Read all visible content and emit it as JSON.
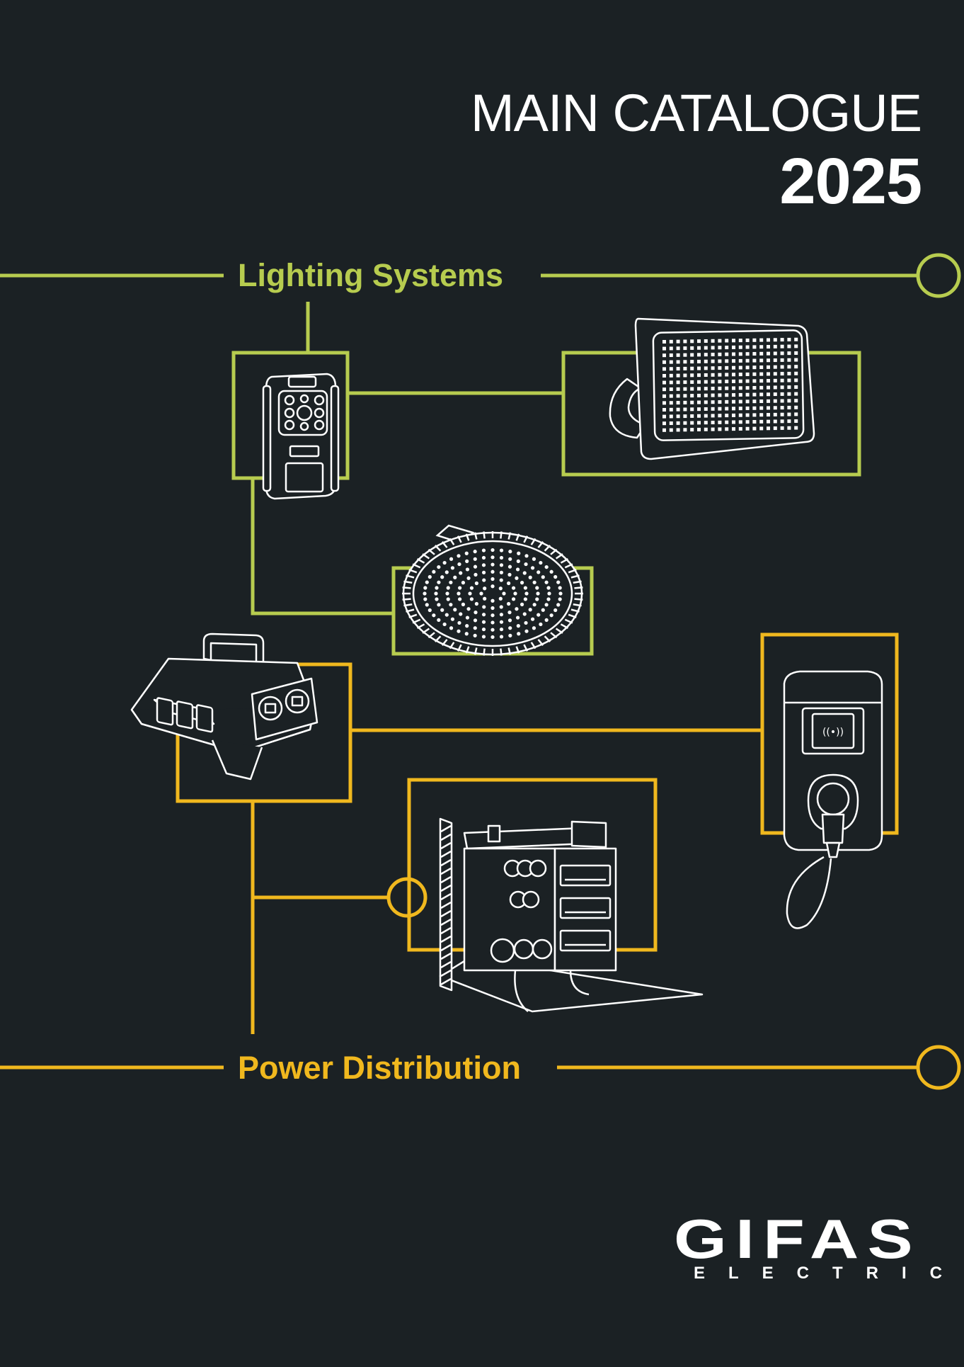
{
  "cover": {
    "title_line1": "MAIN CATALOGUE",
    "title_line2": "2025"
  },
  "sections": {
    "lighting": "Lighting Systems",
    "power": "Power Distribution"
  },
  "brand": {
    "name": "GIFAS",
    "subname": "ELECTRIC"
  },
  "colors": {
    "background": "#1b2124",
    "lighting_accent": "#b7cc4f",
    "power_accent": "#f0b81e",
    "text": "#ffffff"
  },
  "icons": [
    "remote-control-icon",
    "led-floodlight-icon",
    "highbay-lamp-icon",
    "power-distribution-box-icon",
    "ev-wallbox-charger-icon",
    "distribution-cabinet-icon"
  ]
}
